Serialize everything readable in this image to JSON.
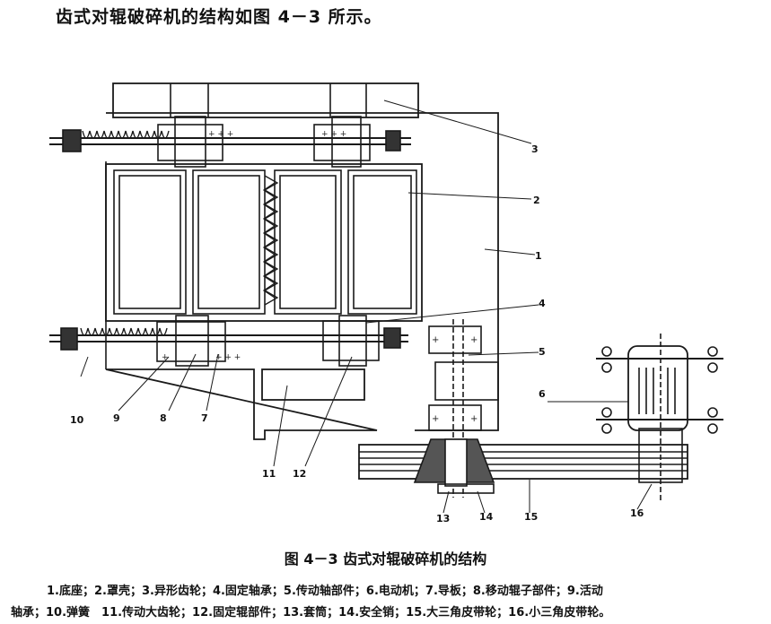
{
  "intro": "齿式对辊破碎机的结构如图 4－3 所示。",
  "figure": {
    "callouts": [
      "1",
      "2",
      "3",
      "4",
      "5",
      "6",
      "7",
      "8",
      "9",
      "10",
      "11",
      "12",
      "13",
      "14",
      "15",
      "16"
    ]
  },
  "caption": "图 4－3 齿式对辊破碎机的结构",
  "legend": {
    "row1": "1.底座；2.罩壳；3.异形齿轮；4.固定轴承；5.传动轴部件；6.电动机；7.导板；8.移动辊子部件；9.活动",
    "row2": "轴承；10.弹簧　11.传动大齿轮；12.固定辊部件；13.套筒；14.安全销；15.大三角皮带轮；16.小三角皮带轮。"
  }
}
